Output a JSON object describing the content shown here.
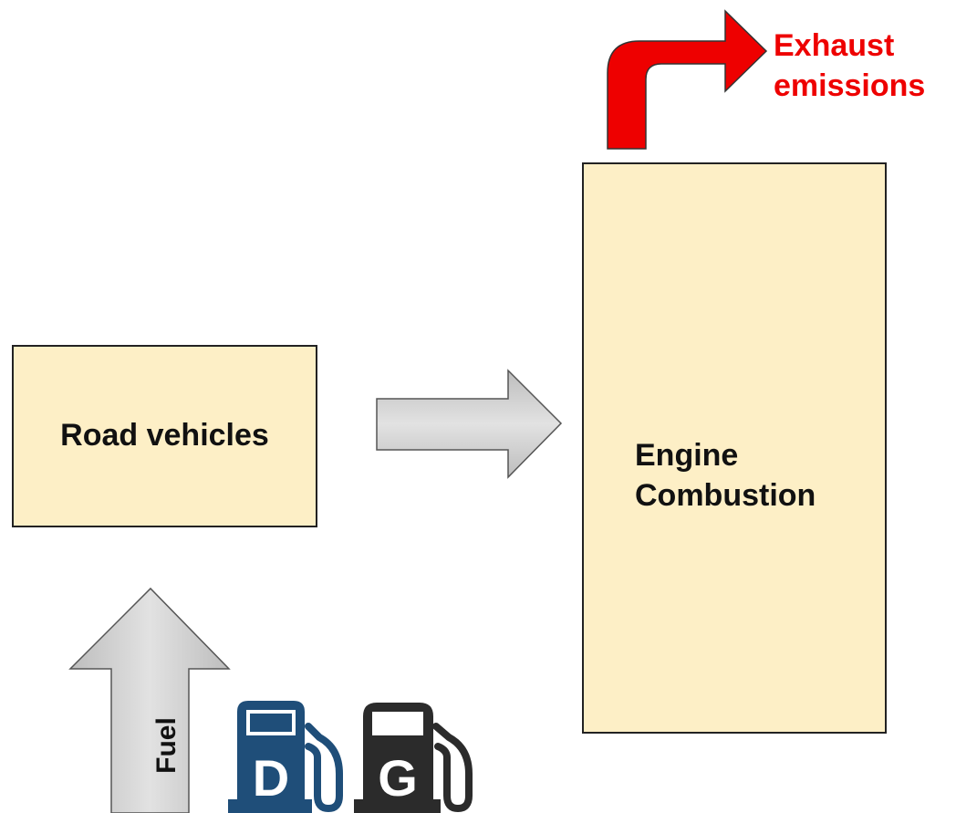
{
  "nodes": {
    "road_vehicles": "Road vehicles",
    "engine_combustion": "Engine\nCombustion"
  },
  "labels": {
    "exhaust": "Exhaust\nemissions",
    "fuel": "Fuel"
  },
  "icons": {
    "diesel_pump": {
      "name": "diesel-pump-icon",
      "letter": "D",
      "color": "#1f4e79"
    },
    "gasoline_pump": {
      "name": "gasoline-pump-icon",
      "letter": "G",
      "color": "#2b2b2b"
    }
  },
  "colors": {
    "box_fill": "#fdefc6",
    "exhaust_arrow": "#ee0000",
    "flow_arrow": "#d0d0d0"
  }
}
